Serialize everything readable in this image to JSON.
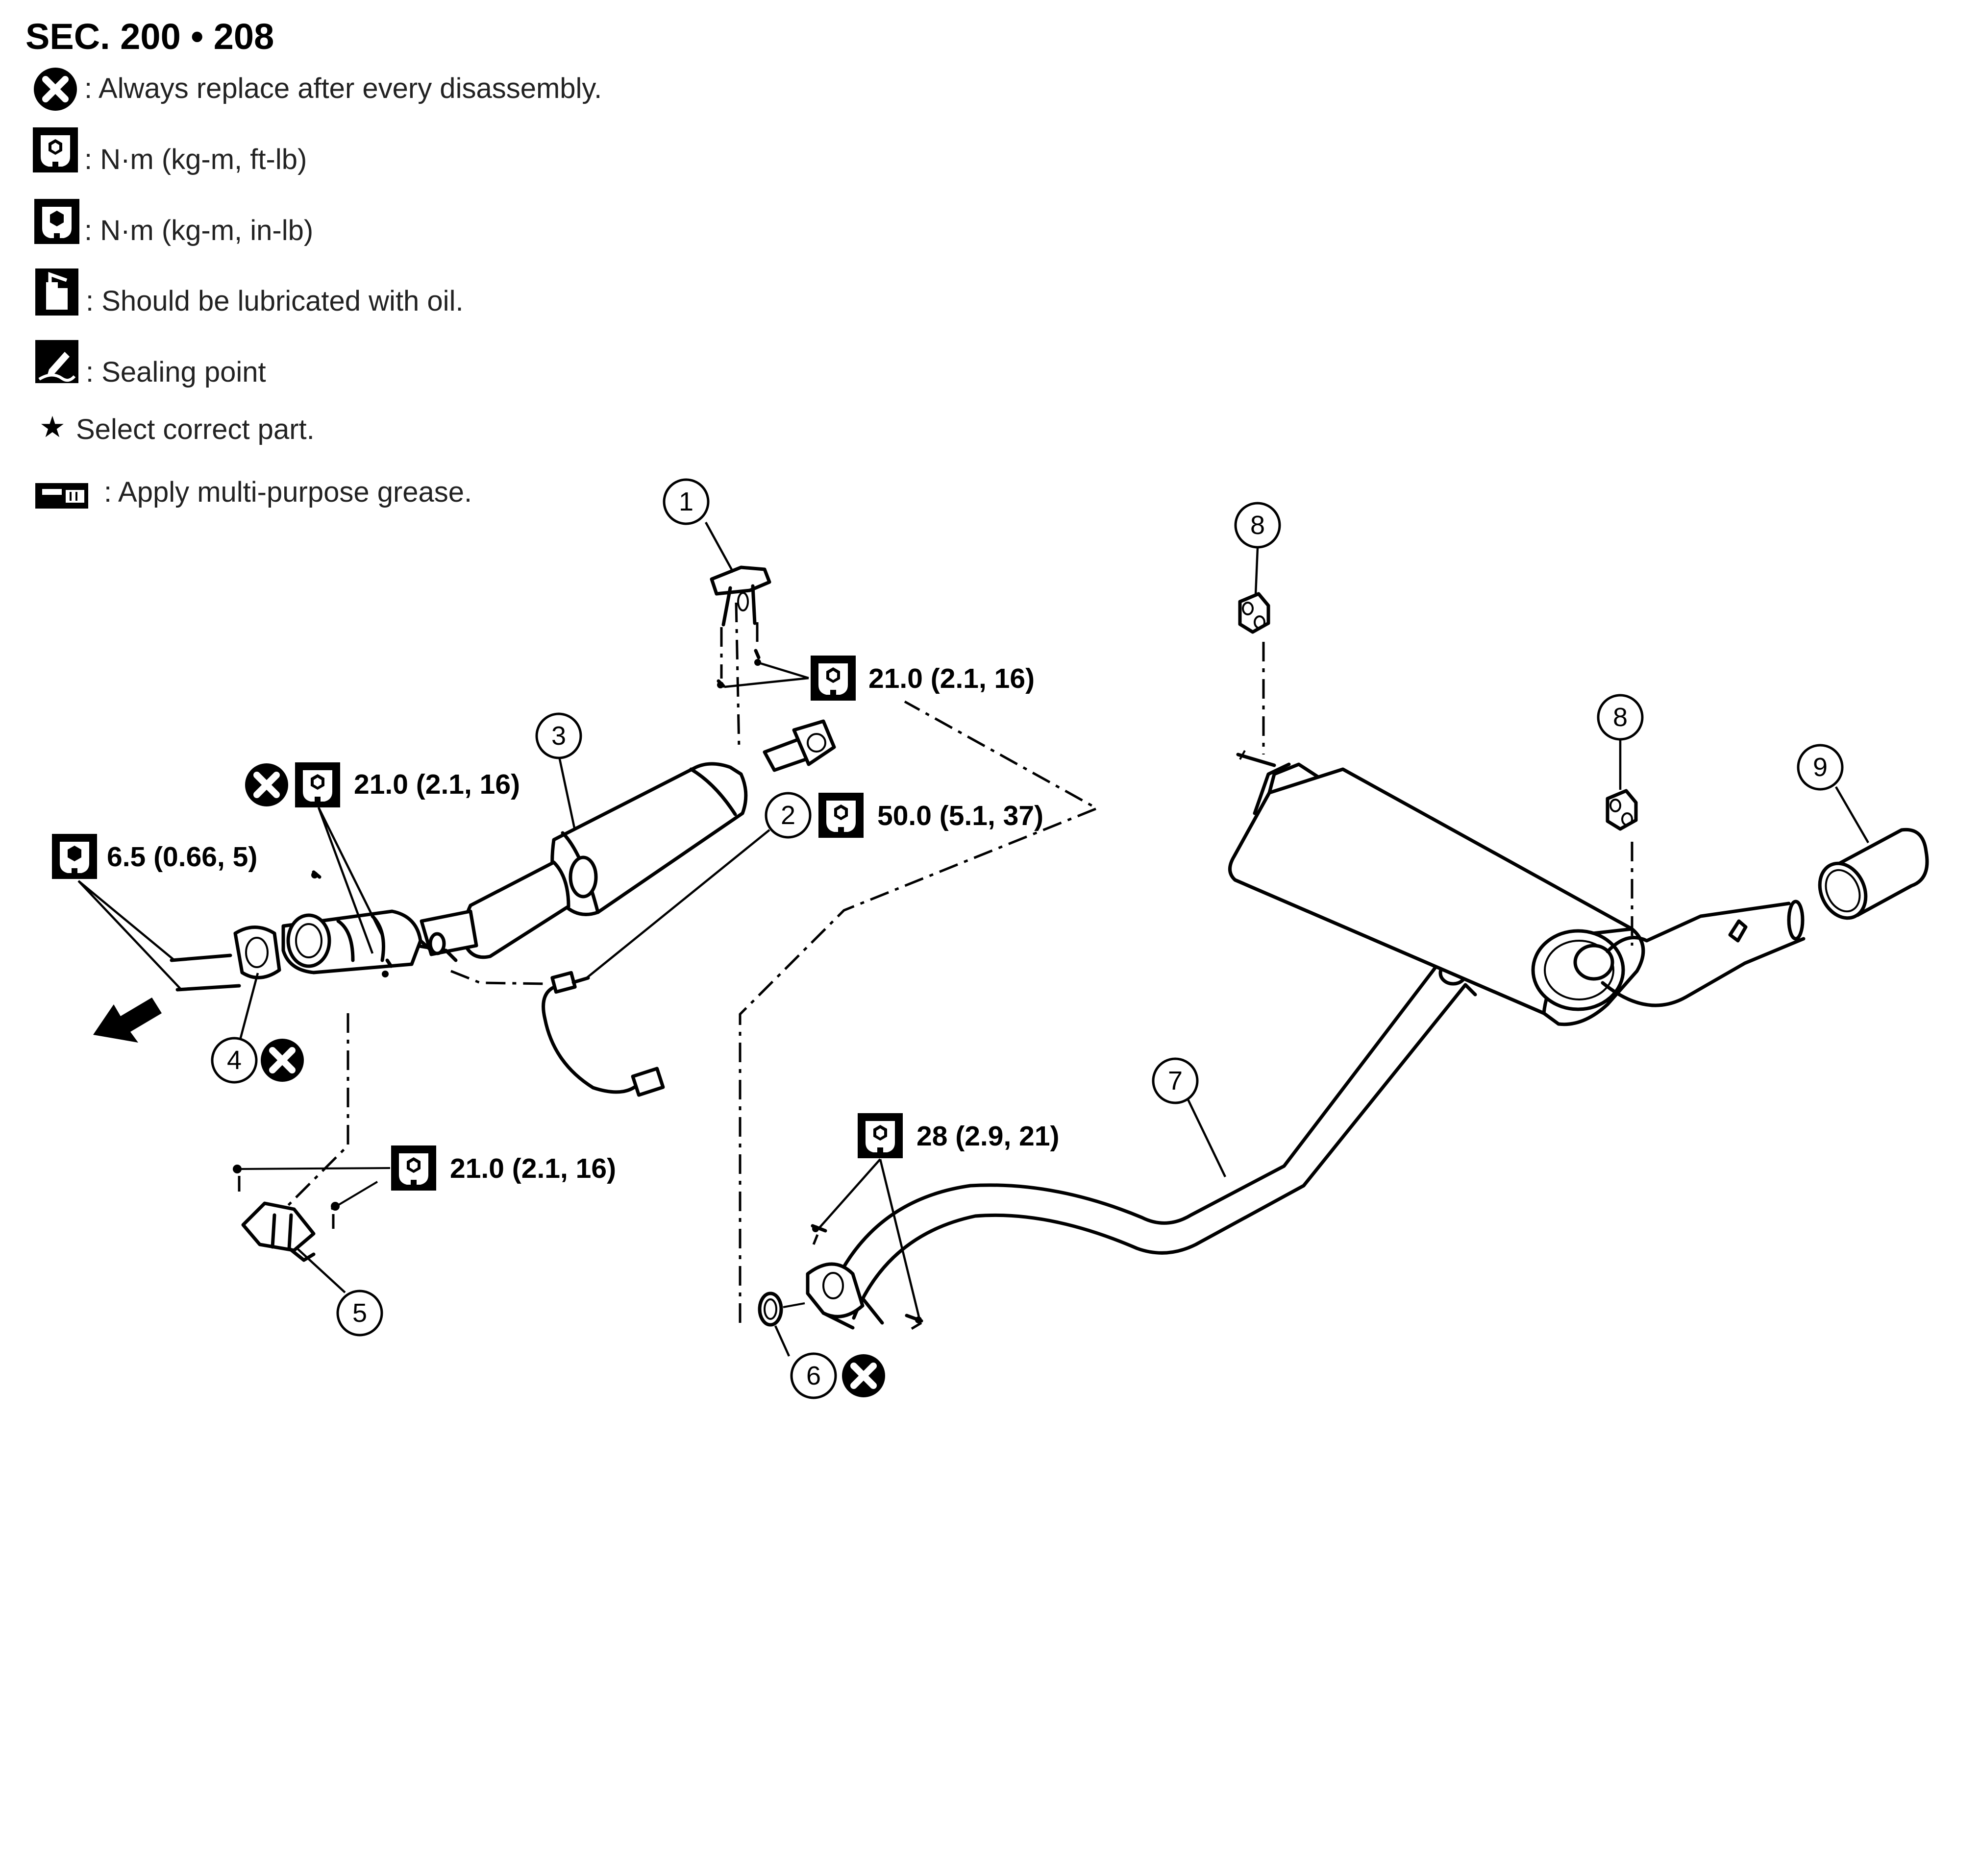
{
  "header": {
    "section": "SEC. 200 • 208"
  },
  "legend": {
    "items": [
      {
        "icon": "replace-x-icon",
        "text": ": Always replace after every disassembly."
      },
      {
        "icon": "torque-wrench-ftlb-icon",
        "text": ": N·m (kg-m, ft-lb)"
      },
      {
        "icon": "torque-wrench-inlb-icon",
        "text": ": N·m (kg-m, in-lb)"
      },
      {
        "icon": "oil-can-icon",
        "text": ": Should be lubricated with oil."
      },
      {
        "icon": "sealing-pen-icon",
        "text": ": Sealing point"
      },
      {
        "icon": "star-icon",
        "text": "Select correct part."
      },
      {
        "icon": "grease-icon",
        "text": ": Apply multi-purpose grease."
      }
    ],
    "star_glyph": "★"
  },
  "callouts": [
    "1",
    "2",
    "3",
    "4",
    "5",
    "6",
    "7",
    "8",
    "8",
    "9"
  ],
  "torque_specs": {
    "t1": "21.0 (2.1, 16)",
    "t2": "21.0 (2.1, 16)",
    "t3": "50.0 (5.1, 37)",
    "t4": "6.5 (0.66, 5)",
    "t5": "21.0 (2.1, 16)",
    "t6": "28 (2.9, 21)"
  }
}
